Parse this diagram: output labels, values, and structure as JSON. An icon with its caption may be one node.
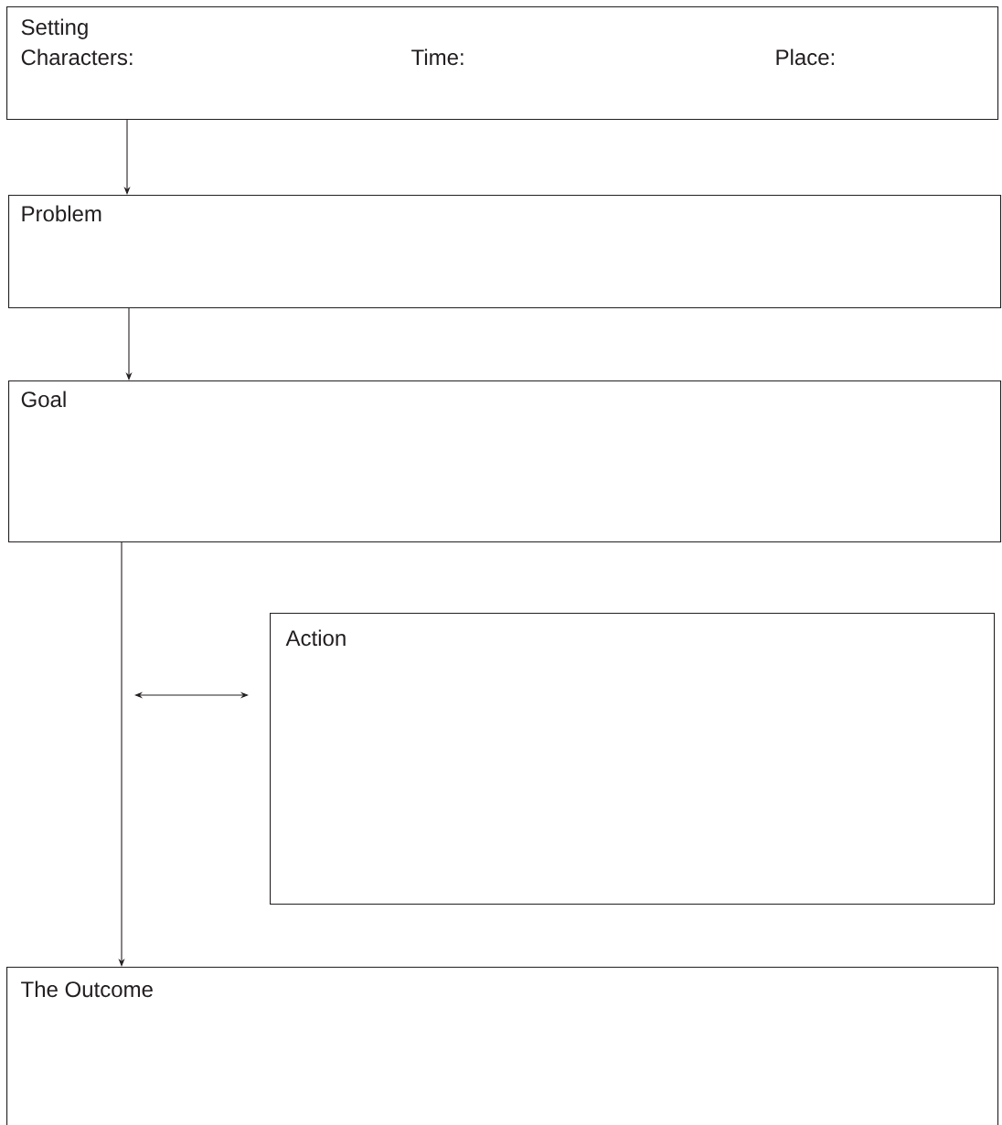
{
  "diagram": {
    "nodes": [
      {
        "text": [
          "Setting",
          "Characters:",
          "Time:",
          "Place:"
        ]
      },
      {
        "text": [
          "Problem"
        ]
      },
      {
        "text": [
          "Goal"
        ]
      },
      {
        "text": [
          "Action"
        ]
      },
      {
        "text": [
          "The Outcome"
        ]
      }
    ],
    "edges": [
      {
        "from": 0,
        "to": 1,
        "arrow": "to"
      },
      {
        "from": 1,
        "to": 2,
        "arrow": "to"
      },
      {
        "from": 2,
        "to": 4,
        "arrow": "to"
      },
      {
        "from": null,
        "to": 3,
        "arrow": "both"
      }
    ]
  }
}
